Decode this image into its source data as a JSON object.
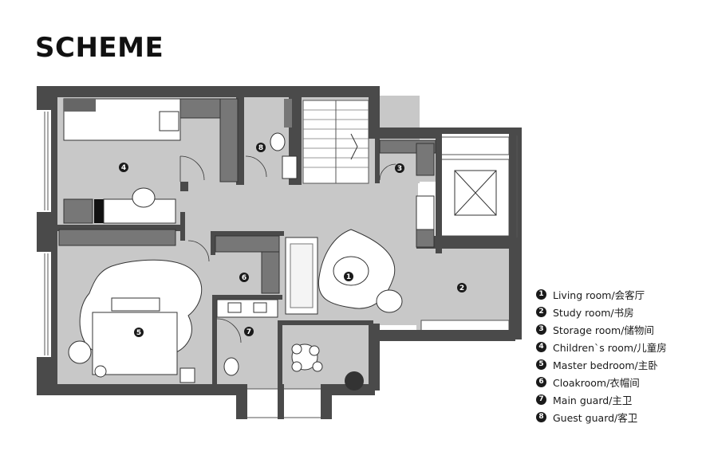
{
  "title": "SCHEME",
  "colors": {
    "wall": "#4a4a4a",
    "floor": "#c8c8c8",
    "furniture": "#ffffff",
    "badge": "#1a1a1a"
  },
  "rooms": [
    {
      "id": "1",
      "label": "Living room/会客厅"
    },
    {
      "id": "2",
      "label": "Study room/书房"
    },
    {
      "id": "3",
      "label": "Storage room/储物间"
    },
    {
      "id": "4",
      "label": "Children`s room/儿童房"
    },
    {
      "id": "5",
      "label": "Master bedroom/主卧"
    },
    {
      "id": "6",
      "label": "Cloakroom/衣帽间"
    },
    {
      "id": "7",
      "label": "Main guard/主卫"
    },
    {
      "id": "8",
      "label": "Guest guard/客卫"
    }
  ]
}
